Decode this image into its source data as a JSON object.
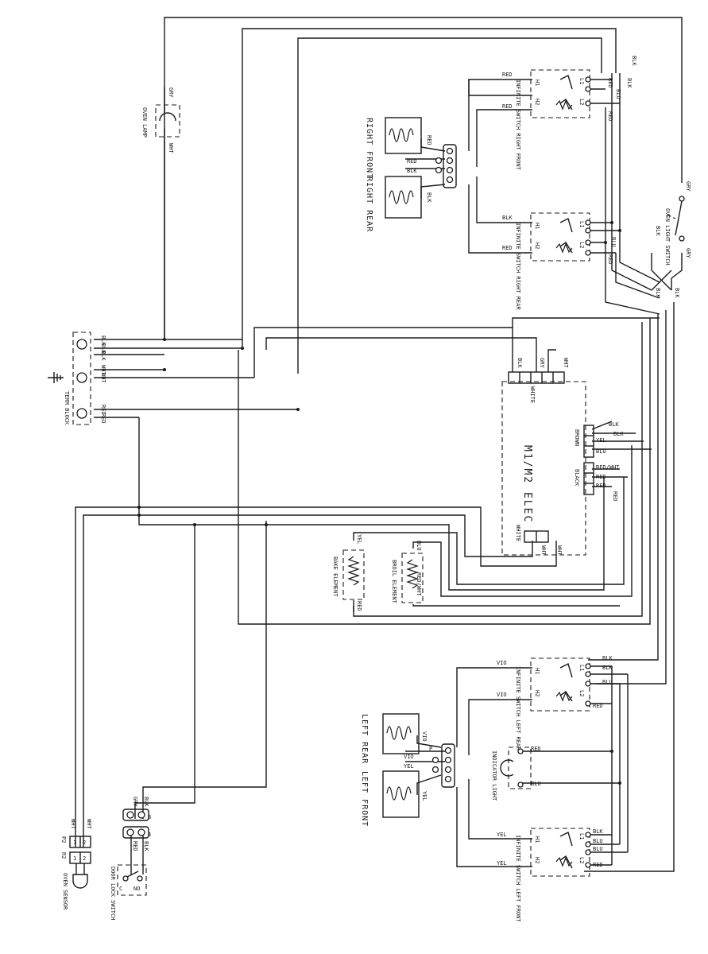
{
  "wires": {
    "blk": "BLK",
    "wht": "WHT",
    "red": "RED",
    "grey": "GRY",
    "blu": "BLU",
    "yel": "YEL",
    "vio": "VIO",
    "red_wht": "RED/WHT"
  },
  "components": {
    "oven_lamp": "OVEN LAMP",
    "term_block": "TERM BLOCK",
    "right_front": "RIGHT FRONT",
    "right_rear": "RIGHT REAR",
    "left_rear": "LEFT REAR",
    "left_front": "LEFT FRONT",
    "oven_light_switch": "OVEN LIGHT SWITCH",
    "control": "M1/M2 ELEC",
    "bake_element": "BAKE ELEMENT",
    "broil_element": "BROIL ELEMENT",
    "indicator_light": "INDICATOR LIGHT",
    "door_lock_switch": "DOOR LOCK SWITCH",
    "oven_sensor": "OVEN SENSOR",
    "sw_rf": "INFINITE SWITCH RIGHT FRONT",
    "sw_rr": "INFINITE SWITCH RIGHT REAR",
    "sw_lr": "INFINITE SWITCH LEFT REAR",
    "sw_lf": "INFINITE SWITCH LEFT FRONT"
  },
  "terminals": {
    "h1": "H1",
    "h2": "H2",
    "l1": "L1",
    "l2": "L2",
    "p2": "P2",
    "r2": "R2",
    "one": "1",
    "two": "2",
    "three": "3",
    "four": "4",
    "c": "C",
    "no": "NO",
    "p": "P"
  },
  "connectors": {
    "white": "WHITE",
    "brown": "BROWN",
    "black": "BLACK"
  }
}
